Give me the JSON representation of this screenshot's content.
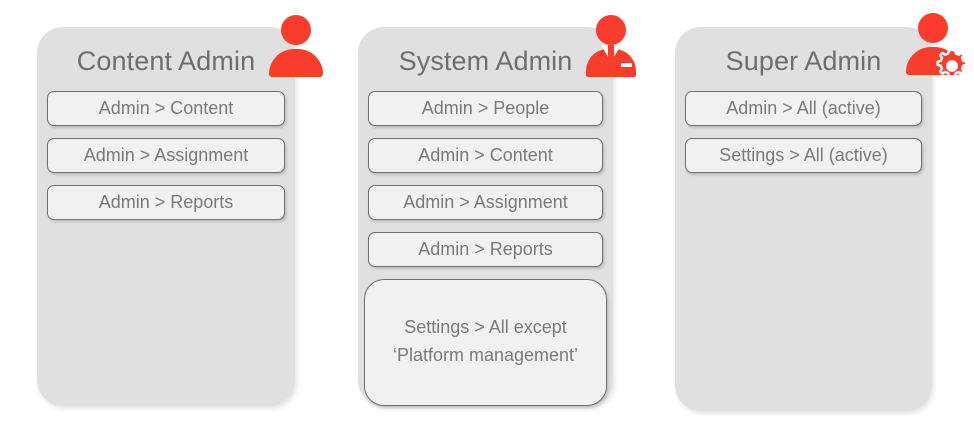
{
  "theme": {
    "accent": "#fa3c2d",
    "card_bg": "#e0e0e0",
    "item_bg": "#f1f1f1",
    "item_border": "#6f6f6f",
    "title_color": "#6e6e6e",
    "item_text_color": "#7a7a7a",
    "page_bg": "#ffffff"
  },
  "cards": [
    {
      "title": "Content Admin",
      "icon": "person-icon",
      "items": [
        {
          "label": "Admin > Content"
        },
        {
          "label": "Admin > Assignment"
        },
        {
          "label": "Admin > Reports"
        }
      ]
    },
    {
      "title": "System Admin",
      "icon": "business-person-icon",
      "items": [
        {
          "label": "Admin > People"
        },
        {
          "label": "Admin > Content"
        },
        {
          "label": "Admin > Assignment"
        },
        {
          "label": "Admin > Reports"
        },
        {
          "line1": "Settings > All except",
          "line2": "‘Platform management’"
        }
      ]
    },
    {
      "title": "Super Admin",
      "icon": "person-gear-icon",
      "items": [
        {
          "label": "Admin > All (active)"
        },
        {
          "label": "Settings > All (active)"
        }
      ]
    }
  ]
}
